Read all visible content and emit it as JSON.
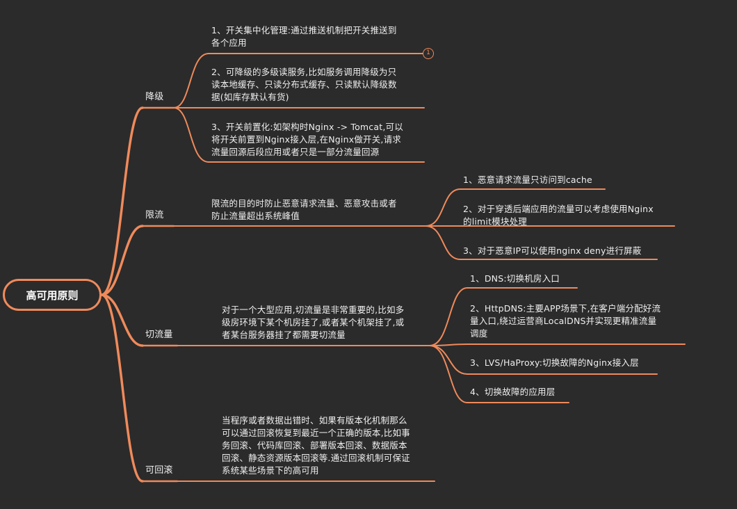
{
  "root": {
    "label": "高可用原则"
  },
  "branches": [
    {
      "label": "降级"
    },
    {
      "label": "限流"
    },
    {
      "label": "切流量"
    },
    {
      "label": "可回滚"
    }
  ],
  "degrade": {
    "items": [
      {
        "lines": [
          "1、开关集中化管理:通过推送机制把开关推送到",
          "各个应用"
        ]
      },
      {
        "lines": [
          "2、可降级的多级读服务,比如服务调用降级为只",
          "读本地缓存、只读分布式缓存、只读默认降级数",
          "据(如库存默认有货)"
        ]
      },
      {
        "lines": [
          "3、开关前置化:如架构时Nginx -> Tomcat,可以",
          "将开关前置到Nginx接入层,在Nginx做开关,请求",
          "流量回源后段应用或者只是一部分流量回源"
        ]
      }
    ],
    "badge": "1"
  },
  "ratelimit": {
    "desc": {
      "lines": [
        "限流的目的时防止恶意请求流量、恶意攻击或者",
        "防止流量超出系统峰值"
      ]
    },
    "items": [
      {
        "lines": [
          "1、恶意请求流量只访问到cache"
        ]
      },
      {
        "lines": [
          "2、对于穿透后端应用的流量可以考虑使用Nginx",
          "的limit模块处理"
        ]
      },
      {
        "lines": [
          "3、对于恶意IP可以使用nginx deny进行屏蔽"
        ]
      }
    ]
  },
  "switch": {
    "desc": {
      "lines": [
        "对于一个大型应用,切流量是非常重要的,比如多",
        "级房环境下某个机房挂了,或者某个机架挂了,或",
        "者某台服务器挂了都需要切流量"
      ]
    },
    "items": [
      {
        "lines": [
          "1、DNS:切换机房入口"
        ]
      },
      {
        "lines": [
          "2、HttpDNS:主要APP场景下,在客户端分配好流",
          "量入口,绕过运营商LocalDNS并实现更精准流量",
          "调度"
        ]
      },
      {
        "lines": [
          "3、LVS/HaProxy:切换故障的Nginx接入层"
        ]
      },
      {
        "lines": [
          "4、切换故障的应用层"
        ]
      }
    ]
  },
  "rollback": {
    "desc": {
      "lines": [
        "当程序或者数据出错时、如果有版本化机制那么",
        "可以通过回滚恢复到最近一个正确的版本,比如事",
        "务回滚、代码库回滚、部署版本回滚、数据版本",
        "回滚、静态资源版本回滚等.通过回滚机制可保证",
        "系统某些场景下的高可用"
      ]
    }
  },
  "colors": {
    "line": "#f08a5b",
    "bg": "#2b2b2b",
    "text": "#efefef"
  }
}
